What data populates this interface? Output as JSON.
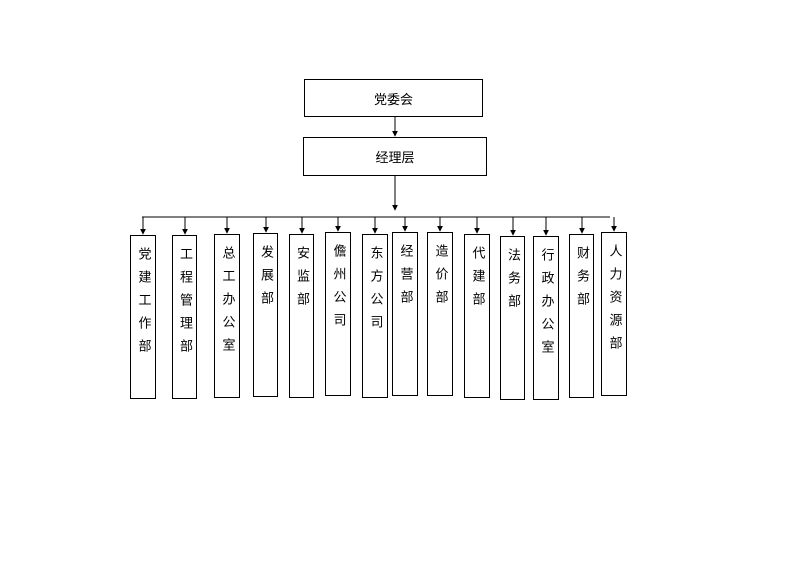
{
  "top": {
    "party_committee": "党委会",
    "management": "经理层"
  },
  "departments": [
    "党建工作部",
    "工程管理部",
    "总工办公室",
    "发展部",
    "安监部",
    "儋州公司",
    "东方公司",
    "经营部",
    "造价部",
    "代建部",
    "法务部",
    "行政办公室",
    "财务部",
    "人力资源部"
  ]
}
